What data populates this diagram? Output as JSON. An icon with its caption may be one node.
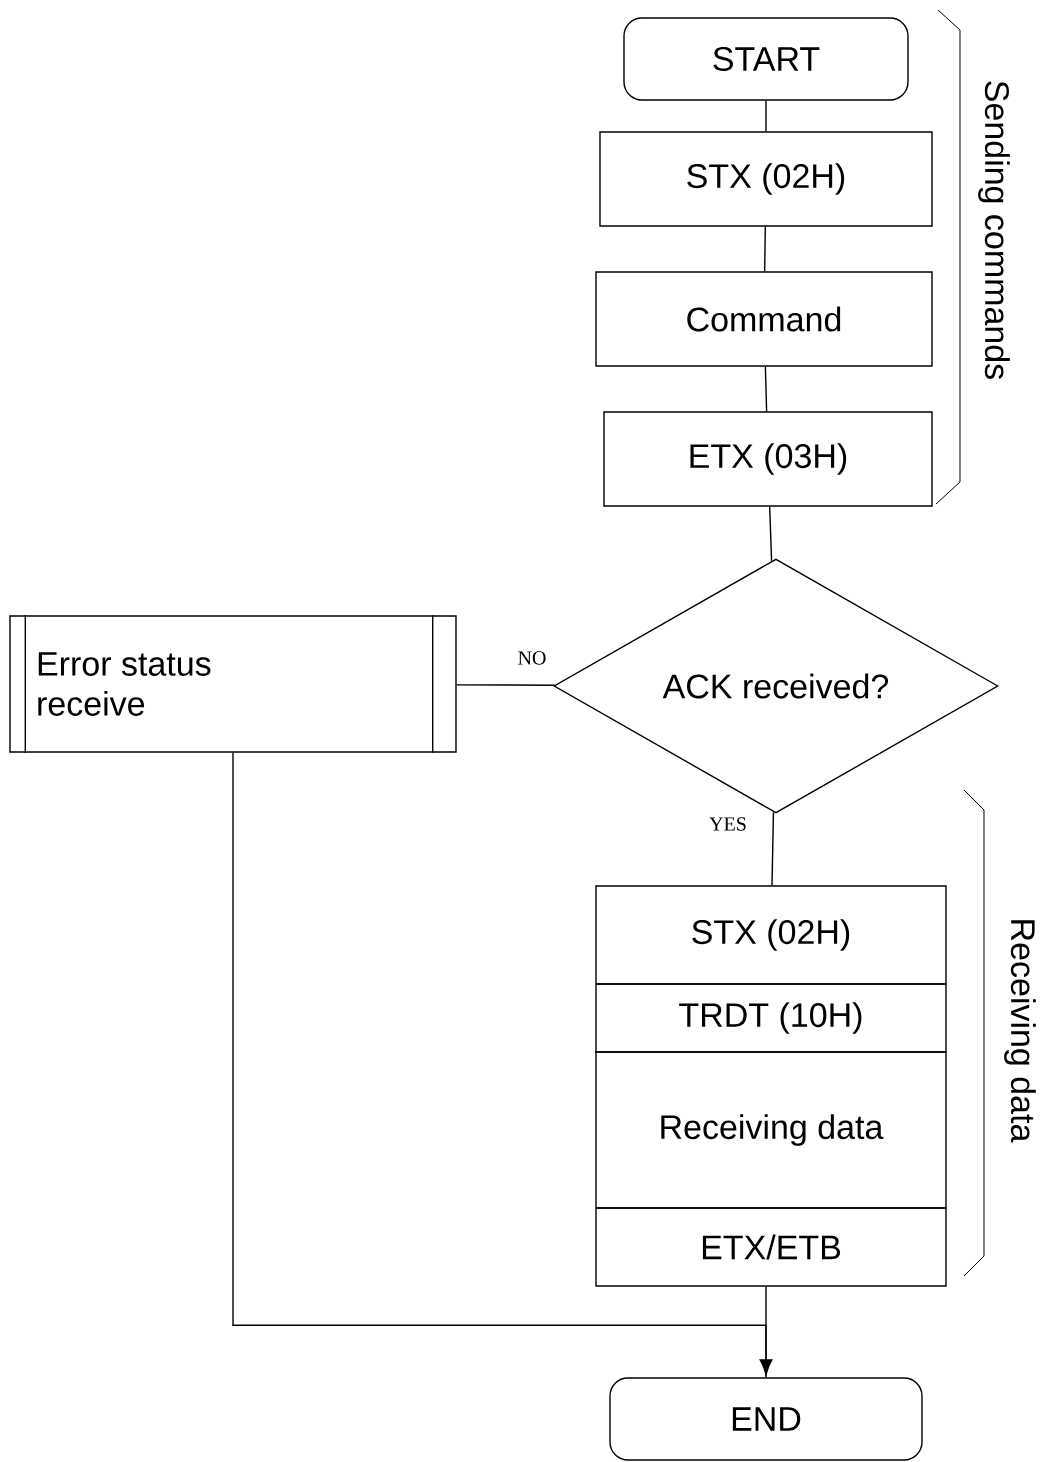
{
  "diagram": {
    "nodes": [
      {
        "text": [
          "START"
        ]
      },
      {
        "text": [
          "STX (02H)"
        ]
      },
      {
        "text": [
          "Command"
        ]
      },
      {
        "text": [
          "ETX (03H)"
        ]
      },
      {
        "text": [
          "ACK received?"
        ]
      },
      {
        "text": [
          "Error status receive"
        ]
      },
      {
        "text": [
          "STX (02H)"
        ]
      },
      {
        "text": [
          "TRDT (10H)"
        ]
      },
      {
        "text": [
          "Receiving data"
        ]
      },
      {
        "text": [
          "ETX/ETB"
        ]
      },
      {
        "text": [
          "END"
        ]
      }
    ],
    "edges": [
      {
        "from": 0,
        "to": 1,
        "arrow": "none"
      },
      {
        "from": 1,
        "to": 2,
        "arrow": "none"
      },
      {
        "from": 2,
        "to": 3,
        "arrow": "none"
      },
      {
        "from": 3,
        "to": 4,
        "arrow": "none"
      },
      {
        "from": 4,
        "to": 5,
        "arrow": "none",
        "label": "NO"
      },
      {
        "from": 4,
        "to": 6,
        "arrow": "none",
        "label": "YES"
      },
      {
        "from": 9,
        "to": 10,
        "arrow": "none"
      },
      {
        "from": 5,
        "to": 10,
        "arrow": "to"
      }
    ],
    "labels": [
      "Sending commands",
      "Receiving data"
    ]
  }
}
